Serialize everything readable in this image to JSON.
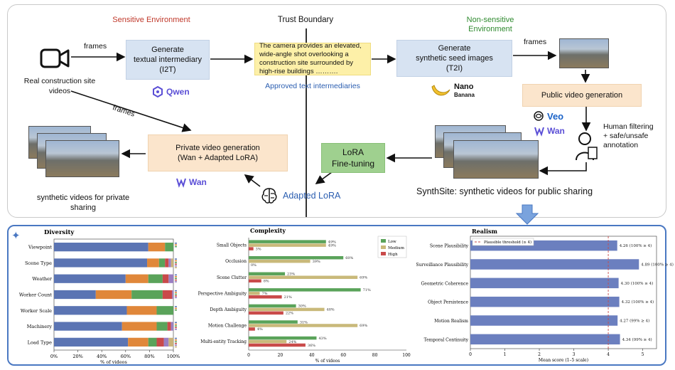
{
  "diagram": {
    "headers": {
      "sensitive": "Sensitive Environment",
      "trust": "Trust Boundary",
      "nonsensitive": "Non-sensitive\nEnvironment"
    },
    "nodes": {
      "real_videos": "Real construction site\nvideos",
      "i2t": "Generate\ntextual intermediary\n(I2T)",
      "text_sample": "The camera provides an elevated, wide-angle shot overlooking a construction site surrounded by high-rise buildings ……….",
      "approved": "Approved text intermediaries",
      "t2i": "Generate\nsynthetic seed images\n(T2I)",
      "public_gen": "Public video generation",
      "human_filter": "Human filtering\n+ safe/unsafe\nannotation",
      "synthsite": "SynthSite: synthetic videos for public sharing",
      "lora_ft": "LoRA\nFine-tuning",
      "adapted_lora": "Adapted LoRA",
      "private_gen": "Private video generation\n(Wan + Adapted LoRA)",
      "private_out": "synthetic videos for private\nsharing"
    },
    "edges": {
      "frames_1": "frames",
      "frames_2": "frames",
      "frames_3": "frames"
    },
    "brands": {
      "qwen": "Qwen",
      "nano_1": "Nano",
      "nano_2": "Banana",
      "veo": "Veo",
      "wan_1": "Wan",
      "wan_2": "Wan"
    },
    "colors": {
      "sensitive": "#c0392b",
      "nonsensitive": "#2f8a2f",
      "approved": "#2a5db0",
      "brand": "#5b4fd6"
    }
  },
  "chart_data": [
    {
      "type": "bar",
      "stacked": true,
      "orientation": "horizontal",
      "title": "Diversity",
      "categories": [
        "Viewpoint",
        "Scene Type",
        "Weather",
        "Worker Count",
        "Worker Scale",
        "Machinery",
        "Load Type"
      ],
      "segments": [
        [
          79,
          14,
          7
        ],
        [
          78,
          10,
          5,
          3,
          2,
          2
        ],
        [
          60,
          19,
          12,
          5,
          4
        ],
        [
          35,
          30,
          26,
          8,
          1
        ],
        [
          61,
          25,
          14
        ],
        [
          57,
          29,
          9,
          3,
          2
        ],
        [
          62,
          17,
          7,
          6,
          4,
          4
        ]
      ],
      "segment_colors": [
        "#5b74b3",
        "#e0873a",
        "#5aa35a",
        "#c94a4a",
        "#9a7fc2",
        "#c9b27a"
      ],
      "xlabel": "% of videos",
      "xticks": [
        "0%",
        "20%",
        "40%",
        "60%",
        "80%",
        "100%"
      ],
      "xlim": [
        0,
        100
      ]
    },
    {
      "type": "bar",
      "orientation": "horizontal",
      "title": "Complexity",
      "categories": [
        "Small Objects",
        "Occlusion",
        "Scene Clutter",
        "Perspective Ambiguity",
        "Depth Ambiguity",
        "Motion Challenge",
        "Multi-entity Tracking"
      ],
      "series": [
        {
          "name": "Low",
          "color": "#5aa35a",
          "values": [
            49,
            60,
            23,
            71,
            30,
            31,
            43
          ]
        },
        {
          "name": "Medium",
          "color": "#c9b97a",
          "values": [
            49,
            39,
            69,
            7,
            48,
            69,
            24
          ]
        },
        {
          "name": "High",
          "color": "#c94a4a",
          "values": [
            3,
            0,
            8,
            21,
            22,
            4,
            36
          ]
        }
      ],
      "xlabel": "% of videos",
      "xticks": [
        "0",
        "20",
        "40",
        "60",
        "80",
        "100"
      ],
      "xlim": [
        0,
        100
      ],
      "legend": "top-right"
    },
    {
      "type": "bar",
      "orientation": "horizontal",
      "title": "Realism",
      "categories": [
        "Scene Plausibility",
        "Surveillance Plausibility",
        "Geometric Coherence",
        "Object Persistence",
        "Motion Realism",
        "Temporal Continuity"
      ],
      "values": [
        4.26,
        4.89,
        4.3,
        4.32,
        4.27,
        4.34
      ],
      "value_labels": [
        "4.26 (100% ≥ 4)",
        "4.89 (100% ≥ 4)",
        "4.30 (100% ≥ 4)",
        "4.32 (100% ≥ 4)",
        "4.27 (99% ≥ 4)",
        "4.34 (99% ≥ 4)"
      ],
      "threshold": 4,
      "threshold_label": "Plausible threshold (≥ 4)",
      "xlabel": "Mean score (1–5 scale)",
      "xticks": [
        "0",
        "1",
        "2",
        "3",
        "4",
        "5"
      ],
      "xlim": [
        0,
        5.4
      ],
      "color": "#6b7fbf"
    }
  ]
}
